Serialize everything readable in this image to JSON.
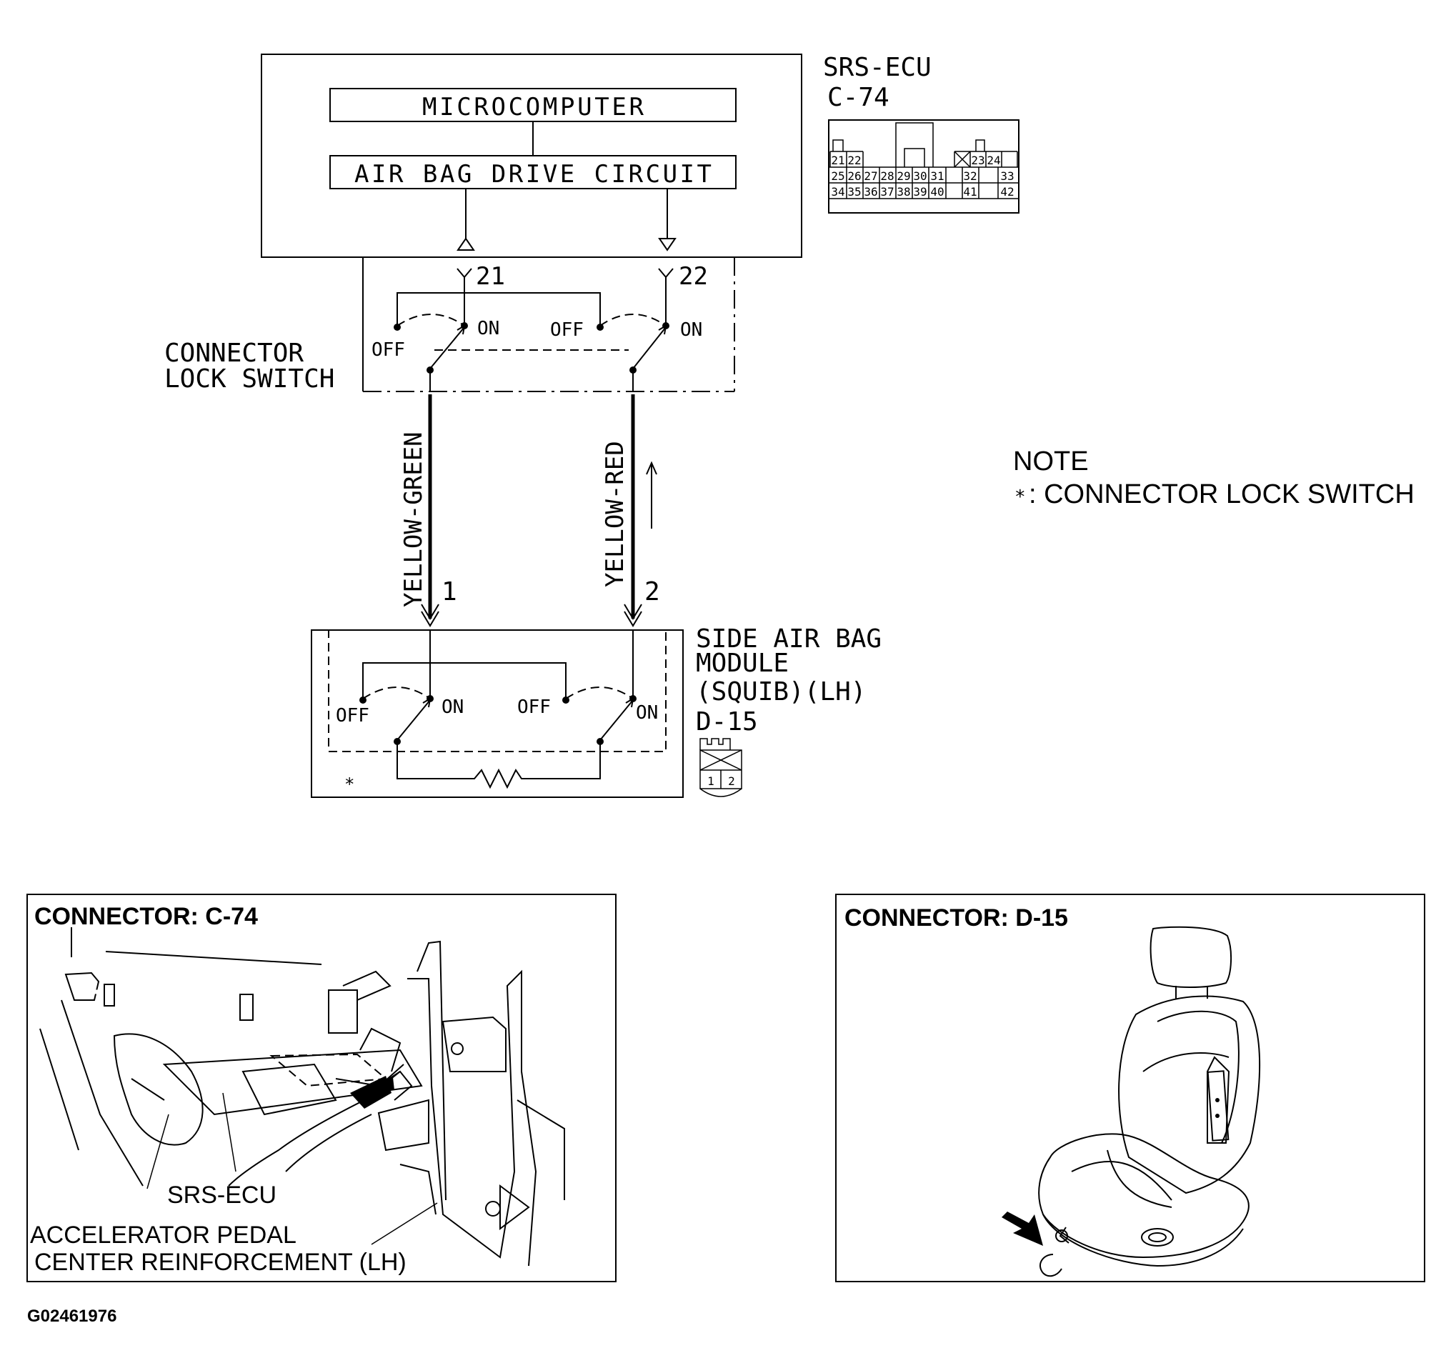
{
  "ecu": {
    "name": "SRS-ECU",
    "connector": "C-74",
    "microcomputer_label": "MICROCOMPUTER",
    "drive_circuit_label": "AIR BAG DRIVE CIRCUIT",
    "terminal_a": "21",
    "terminal_b": "22",
    "pins_row1": [
      "21",
      "22",
      "23",
      "24"
    ],
    "pins_row2": [
      "25",
      "26",
      "27",
      "28",
      "29",
      "30",
      "31",
      "32",
      "33"
    ],
    "pins_row3": [
      "34",
      "35",
      "36",
      "37",
      "38",
      "39",
      "40",
      "41",
      "42"
    ]
  },
  "lock_switch": {
    "label_line1": "CONNECTOR",
    "label_line2": "LOCK SWITCH",
    "off": "OFF",
    "on": "ON"
  },
  "wires": {
    "left_color": "YELLOW-GREEN",
    "right_color": "YELLOW-RED",
    "left_pin": "1",
    "right_pin": "2"
  },
  "module": {
    "name_line1": "SIDE AIR BAG",
    "name_line2": "MODULE",
    "name_line3": "(SQUIB)(LH)",
    "connector": "D-15",
    "asterisk": "*",
    "pins": [
      "1",
      "2"
    ]
  },
  "note": {
    "title": "NOTE",
    "asterisk": "*",
    "text": ": CONNECTOR LOCK SWITCH"
  },
  "panel_c74": {
    "title": "CONNECTOR: C-74",
    "label_ecu": "SRS-ECU",
    "label_pedal": "ACCELERATOR PEDAL",
    "label_reinforcement": "CENTER REINFORCEMENT (LH)"
  },
  "panel_d15": {
    "title": "CONNECTOR: D-15"
  },
  "figure_id": "G02461976"
}
